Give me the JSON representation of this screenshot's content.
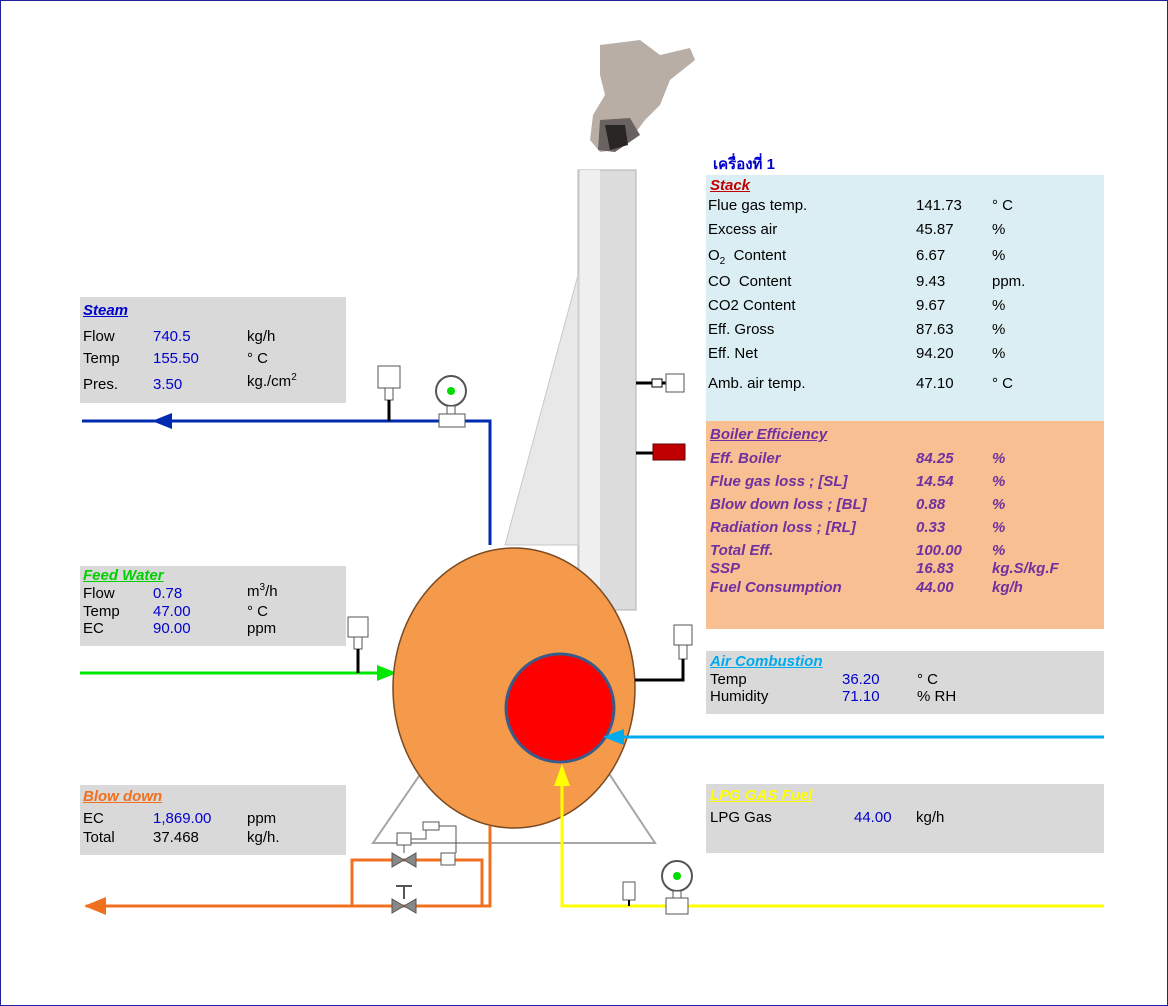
{
  "unit_title": "เครื่องที่ 1",
  "colors": {
    "steam": "#002ab0",
    "feed": "#00e800",
    "air": "#00aaee",
    "blowdown": "#f07020",
    "lpg": "#ffff00",
    "boiler": "#f59a4a",
    "burner": "#ff0000"
  },
  "stack": {
    "title": "Stack",
    "rows": [
      {
        "label": "Flue gas temp.",
        "value": "141.73",
        "unit": "° C"
      },
      {
        "label": "Excess air",
        "value": "45.87",
        "unit": "%"
      },
      {
        "label_a": "O",
        "label_sub": "2",
        "label_b": "  Content",
        "value": "6.67",
        "unit": "%"
      },
      {
        "label": "CO  Content",
        "value": "9.43",
        "unit": "ppm."
      },
      {
        "label": "CO2 Content",
        "value": "9.67",
        "unit": "%"
      },
      {
        "label": "Eff. Gross",
        "value": "87.63",
        "unit": "%"
      },
      {
        "label": "Eff. Net",
        "value": "94.20",
        "unit": "%"
      },
      {
        "label": "Amb. air temp.",
        "value": "47.10",
        "unit": "° C"
      }
    ]
  },
  "boiler_eff": {
    "title": "Boiler Efficiency",
    "rows": [
      {
        "label": "Eff. Boiler",
        "value": "84.25",
        "unit": "%"
      },
      {
        "label": "Flue gas loss ; [SL]",
        "value": "14.54",
        "unit": "%"
      },
      {
        "label": "Blow down loss ; [BL]",
        "value": "0.88",
        "unit": "%"
      },
      {
        "label": "Radiation loss ; [RL]",
        "value": "0.33",
        "unit": "%"
      },
      {
        "label": "Total Eff.",
        "value": "100.00",
        "unit": "%"
      },
      {
        "label": "SSP",
        "value": "16.83",
        "unit": "kg.S/kg.F"
      },
      {
        "label": "Fuel Consumption",
        "value": "44.00",
        "unit": "kg/h"
      }
    ]
  },
  "steam": {
    "title": "Steam",
    "rows": [
      {
        "label": "Flow",
        "value": "740.5",
        "unit": "kg/h"
      },
      {
        "label": "Temp",
        "value": "155.50",
        "unit": "° C"
      },
      {
        "label": "Pres.",
        "value": "3.50",
        "unit_a": "kg./cm",
        "unit_sup": "2"
      }
    ]
  },
  "feed": {
    "title": "Feed Water",
    "rows": [
      {
        "label": "Flow",
        "value": "0.78",
        "unit_a": "m",
        "unit_sup": "3",
        "unit_b": "/h"
      },
      {
        "label": "Temp",
        "value": "47.00",
        "unit": "° C"
      },
      {
        "label": "EC",
        "value": "90.00",
        "unit": "ppm"
      }
    ]
  },
  "air": {
    "title": "Air Combustion",
    "rows": [
      {
        "label": "Temp",
        "value": "36.20",
        "unit": "° C"
      },
      {
        "label": "Humidity",
        "value": "71.10",
        "unit": "% RH"
      }
    ]
  },
  "blow": {
    "title": "Blow down",
    "rows": [
      {
        "label": "EC",
        "value": "1,869.00",
        "unit": "ppm"
      },
      {
        "label": "Total",
        "value": "37.468",
        "unit": "kg/h."
      }
    ]
  },
  "lpg": {
    "title": "LPG GAS Fuel",
    "rows": [
      {
        "label": "LPG Gas",
        "value": "44.00",
        "unit": "kg/h"
      }
    ]
  }
}
